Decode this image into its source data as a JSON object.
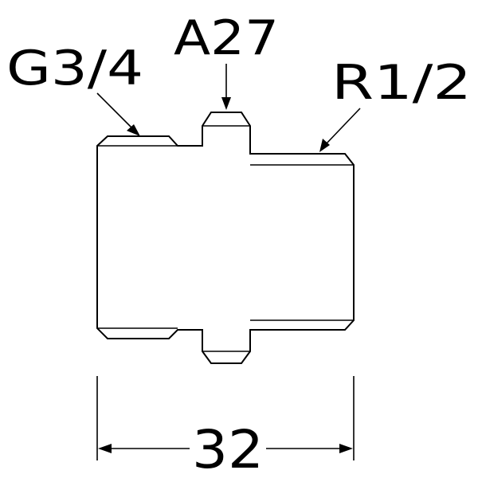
{
  "labels": {
    "left_thread": "G3/4",
    "hex": "A27",
    "right_thread": "R1/2",
    "length": "32"
  },
  "colors": {
    "line": "#000000",
    "background": "#ffffff"
  }
}
